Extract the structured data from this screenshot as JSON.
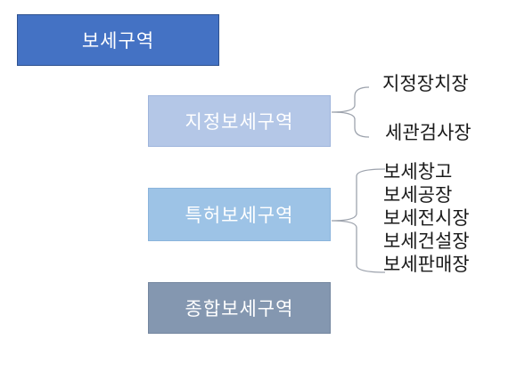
{
  "root": {
    "label": "보세구역"
  },
  "categories": [
    {
      "label": "지정보세구역",
      "sub_items": [
        "지정장치장",
        "세관검사장"
      ]
    },
    {
      "label": "특허보세구역",
      "sub_items": [
        "보세창고",
        "보세공장",
        "보세전시장",
        "보세건설장",
        "보세판매장"
      ]
    },
    {
      "label": "종합보세구역",
      "sub_items": []
    }
  ],
  "colors": {
    "root": "#4472c4",
    "designated": "#b4c7e7",
    "patent": "#9dc3e6",
    "general": "#8497b0",
    "bracket": "#9da3ad"
  }
}
